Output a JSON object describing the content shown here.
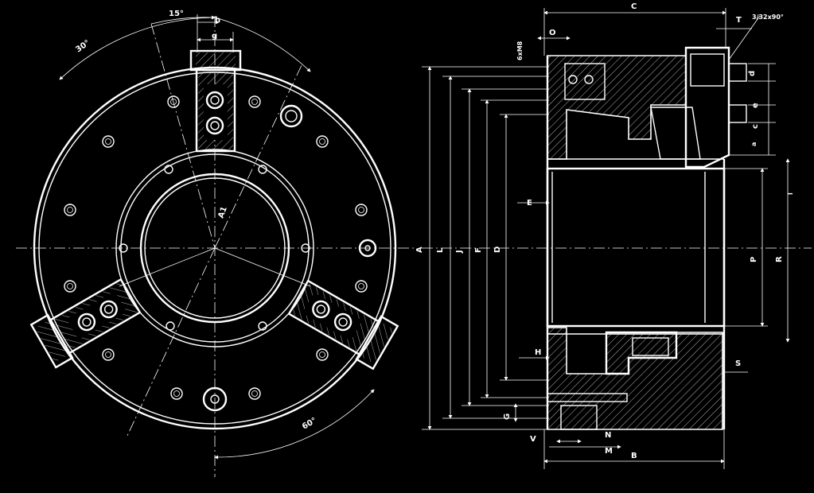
{
  "front_view": {
    "angle_15": "15°",
    "angle_30": "30°",
    "angle_60": "60°",
    "dim_h": "h",
    "dim_g": "g",
    "dim_A1": "A1"
  },
  "section_view": {
    "dim_C": "C",
    "dim_T": "T",
    "dim_thread": "3/32x90°",
    "dim_O": "O",
    "dim_6xM8": "6xM8",
    "dim_d": "d",
    "dim_e": "e",
    "dim_c": "c",
    "dim_a": "a",
    "dim_l": "l",
    "dim_E": "E",
    "dim_A": "A",
    "dim_L": "L",
    "dim_J": "J",
    "dim_F": "F",
    "dim_D": "D",
    "dim_P": "P",
    "dim_R": "R",
    "dim_H": "H",
    "dim_S": "S",
    "dim_G": "G",
    "dim_V": "V",
    "dim_N": "N",
    "dim_M": "M",
    "dim_B": "B"
  }
}
